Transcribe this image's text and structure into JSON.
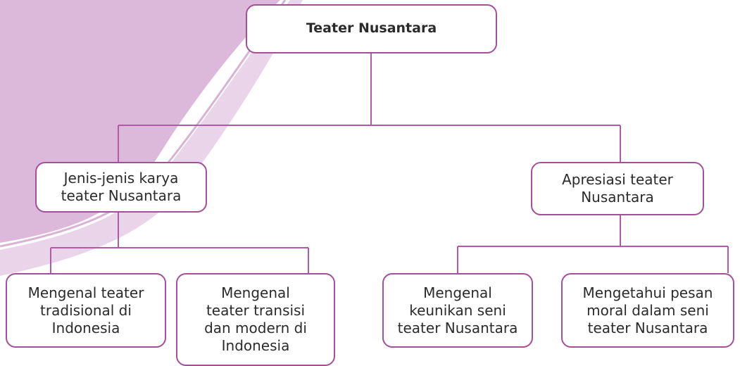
{
  "colors": {
    "box_border": "#a54f9a",
    "connector": "#b25aa6",
    "decor_main": "#dcb8da",
    "decor_light": "#ead4e9",
    "text": "#2b2b2b"
  },
  "diagram": {
    "root": {
      "label": "Teater Nusantara"
    },
    "branches": [
      {
        "label": "Jenis-jenis karya\nteater Nusantara",
        "children": [
          {
            "label": "Mengenal teater\ntradisional di\nIndonesia"
          },
          {
            "label": "Mengenal\nteater transisi\ndan modern di\nIndonesia"
          }
        ]
      },
      {
        "label": "Apresiasi teater\nNusantara",
        "children": [
          {
            "label": "Mengenal\nkeunikan seni\nteater Nusantara"
          },
          {
            "label": "Mengetahui pesan\nmoral dalam seni\nteater Nusantara"
          }
        ]
      }
    ]
  }
}
